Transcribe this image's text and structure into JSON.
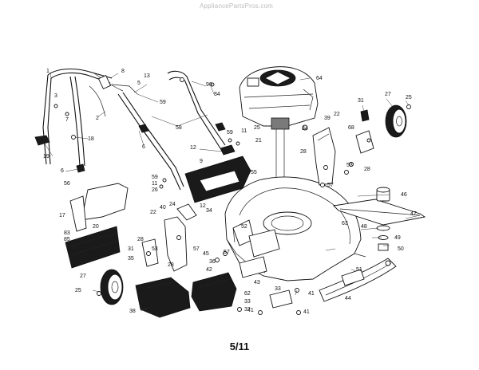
{
  "watermark": "AppliancePartsPros.com",
  "page_number": "5/11",
  "callouts": [
    {
      "id": "c1",
      "text": "1"
    },
    {
      "id": "c8",
      "text": "8"
    },
    {
      "id": "c3",
      "text": "3"
    },
    {
      "id": "c7",
      "text": "7"
    },
    {
      "id": "c2",
      "text": "2"
    },
    {
      "id": "c13",
      "text": "13"
    },
    {
      "id": "c96",
      "text": "96"
    },
    {
      "id": "c84",
      "text": "84"
    },
    {
      "id": "c59a",
      "text": "59"
    },
    {
      "id": "c5",
      "text": "5"
    },
    {
      "id": "c58",
      "text": "58"
    },
    {
      "id": "c6a",
      "text": "6"
    },
    {
      "id": "c18",
      "text": "18"
    },
    {
      "id": "c19",
      "text": "19"
    },
    {
      "id": "c6b",
      "text": "6"
    },
    {
      "id": "c12a",
      "text": "12"
    },
    {
      "id": "c59b",
      "text": "59"
    },
    {
      "id": "c11a",
      "text": "11"
    },
    {
      "id": "c25a",
      "text": "25"
    },
    {
      "id": "c21",
      "text": "21"
    },
    {
      "id": "c64",
      "text": "64"
    },
    {
      "id": "c31",
      "text": "31"
    },
    {
      "id": "c27a",
      "text": "27"
    },
    {
      "id": "c25b",
      "text": "25"
    },
    {
      "id": "c22a",
      "text": "22"
    },
    {
      "id": "c39",
      "text": "39"
    },
    {
      "id": "c34a",
      "text": "34"
    },
    {
      "id": "c68",
      "text": "68"
    },
    {
      "id": "c28a",
      "text": "28"
    },
    {
      "id": "c53a",
      "text": "53"
    },
    {
      "id": "c28b",
      "text": "28"
    },
    {
      "id": "c9",
      "text": "9"
    },
    {
      "id": "c55",
      "text": "55"
    },
    {
      "id": "c59c",
      "text": "59"
    },
    {
      "id": "c11b",
      "text": "11"
    },
    {
      "id": "c26",
      "text": "26"
    },
    {
      "id": "c56",
      "text": "56"
    },
    {
      "id": "c57a",
      "text": "57"
    },
    {
      "id": "c46",
      "text": "46"
    },
    {
      "id": "c17",
      "text": "17"
    },
    {
      "id": "c24",
      "text": "24"
    },
    {
      "id": "c12b",
      "text": "12"
    },
    {
      "id": "c40",
      "text": "40"
    },
    {
      "id": "c34b",
      "text": "34"
    },
    {
      "id": "c47",
      "text": "47"
    },
    {
      "id": "c20",
      "text": "20"
    },
    {
      "id": "c83",
      "text": "83"
    },
    {
      "id": "c85",
      "text": "85"
    },
    {
      "id": "c22b",
      "text": "22"
    },
    {
      "id": "c52",
      "text": "52"
    },
    {
      "id": "c63",
      "text": "63"
    },
    {
      "id": "c48",
      "text": "48"
    },
    {
      "id": "c49",
      "text": "49"
    },
    {
      "id": "c28c",
      "text": "28"
    },
    {
      "id": "c53b",
      "text": "53"
    },
    {
      "id": "c31b",
      "text": "31"
    },
    {
      "id": "c35",
      "text": "35"
    },
    {
      "id": "c28d",
      "text": "28"
    },
    {
      "id": "c57b",
      "text": "57"
    },
    {
      "id": "c45",
      "text": "45"
    },
    {
      "id": "c57c",
      "text": "57"
    },
    {
      "id": "c36",
      "text": "36"
    },
    {
      "id": "c50",
      "text": "50"
    },
    {
      "id": "c42",
      "text": "42"
    },
    {
      "id": "c51",
      "text": "51"
    },
    {
      "id": "c27b",
      "text": "27"
    },
    {
      "id": "c43",
      "text": "43"
    },
    {
      "id": "c44",
      "text": "44"
    },
    {
      "id": "c25c",
      "text": "25"
    },
    {
      "id": "c33a",
      "text": "33"
    },
    {
      "id": "c62",
      "text": "62"
    },
    {
      "id": "c41a",
      "text": "41"
    },
    {
      "id": "c33b",
      "text": "33"
    },
    {
      "id": "c38",
      "text": "38"
    },
    {
      "id": "c32",
      "text": "32"
    },
    {
      "id": "c41b",
      "text": "41"
    },
    {
      "id": "c41c",
      "text": "41"
    }
  ]
}
